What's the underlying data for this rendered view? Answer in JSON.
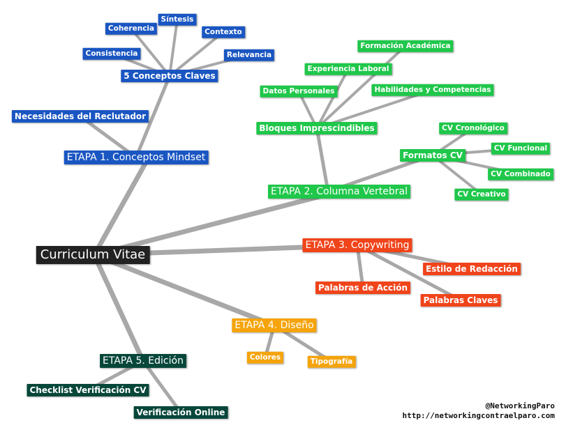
{
  "colors": {
    "blue": "#1a56c2",
    "green": "#1fc74a",
    "red": "#f0441a",
    "orange": "#f5a40c",
    "dark_green": "#07473a",
    "black": "#222222",
    "edge": "#a8a8a8"
  },
  "root": "Curriculum Vitae",
  "etapa1": {
    "title": "ETAPA 1. Conceptos Mindset",
    "necesidades": "Necesidades del Reclutador",
    "conceptos": "5 Conceptos Claves",
    "coherencia": "Coherencia",
    "sintesis": "Síntesis",
    "contexto": "Contexto",
    "consistencia": "Consistencia",
    "relevancia": "Relevancia"
  },
  "etapa2": {
    "title": "ETAPA 2. Columna Vertebral",
    "bloques": "Bloques Imprescindibles",
    "datos": "Datos Personales",
    "experiencia": "Experiencia Laboral",
    "formacion": "Formación Académica",
    "habilidades": "Habilidades y Competencias",
    "formatos": "Formatos CV",
    "cronologico": "CV Cronológico",
    "funcional": "CV Funcional",
    "combinado": "CV Combinado",
    "creativo": "CV Creativo"
  },
  "etapa3": {
    "title": "ETAPA 3. Copywriting",
    "estilo": "Estilo de Redacción",
    "accion": "Palabras de Acción",
    "claves": "Palabras Claves"
  },
  "etapa4": {
    "title": "ETAPA 4. Diseño",
    "colores": "Colores",
    "tipografia": "Tipografía"
  },
  "etapa5": {
    "title": "ETAPA 5. Edición",
    "checklist": "Checklist Verificación CV",
    "online": "Verificación Online"
  },
  "credits": {
    "handle": "@NetworkingParo",
    "url": "http://networkingcontraelparo.com"
  }
}
